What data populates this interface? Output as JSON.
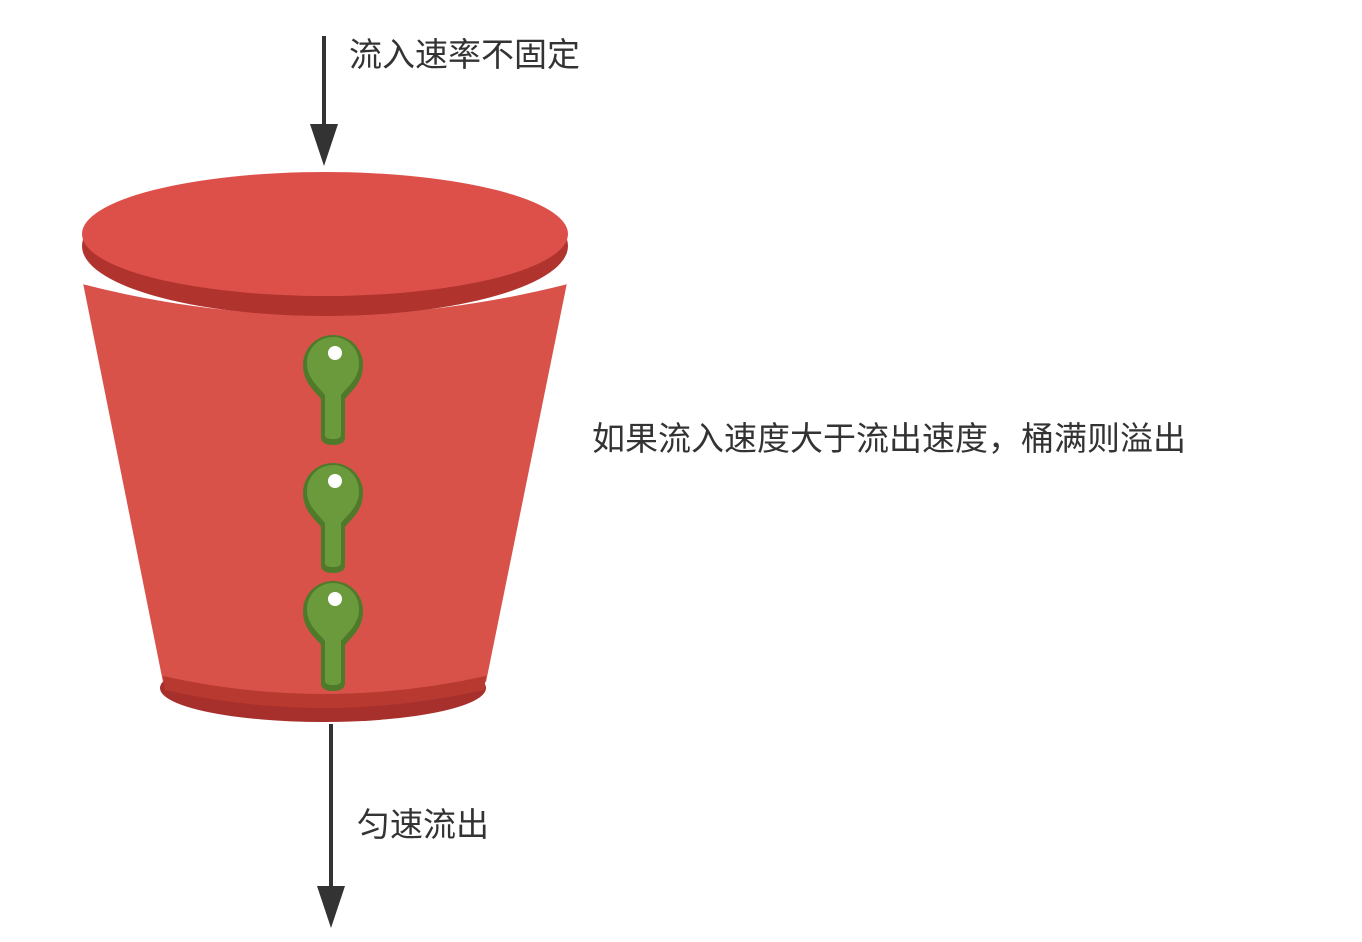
{
  "labels": {
    "inflow": "流入速率不固定",
    "overflow_note": "如果流入速度大于流出速度，桶满则溢出",
    "outflow": "匀速流出"
  },
  "colors": {
    "bucket_body": "#d9524a",
    "bucket_dark": "#a8302c",
    "bucket_lid": "#dd5049",
    "bucket_lid_edge": "#b0332e",
    "drop_green": "#6a9a3c",
    "drop_green_dark": "#4e7a2a",
    "drop_highlight": "#ffffff",
    "arrow": "#333333",
    "text": "#333333"
  },
  "icons": {
    "bucket": "leaky-bucket-icon",
    "drop": "water-drop-icon"
  },
  "drop_count": 3
}
